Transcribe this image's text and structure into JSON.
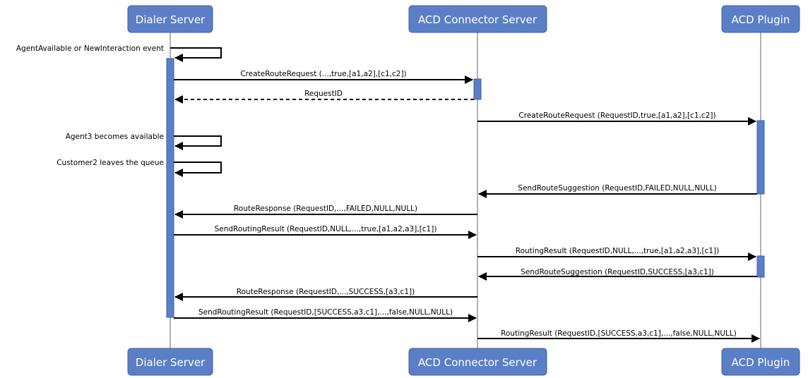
{
  "participants": [
    {
      "id": "dialer",
      "label": "Dialer Server"
    },
    {
      "id": "acd",
      "label": "ACD Connector Server"
    },
    {
      "id": "plugin",
      "label": "ACD Plugin"
    }
  ],
  "messages": [
    {
      "id": "m1",
      "from": "dialer",
      "to": "dialer",
      "label": "AgentAvailable or NewInteraction event",
      "kind": "self"
    },
    {
      "id": "m2",
      "from": "dialer",
      "to": "acd",
      "label": "CreateRouteRequest (...,true,[a1,a2],[c1,c2])",
      "kind": "sync"
    },
    {
      "id": "m3",
      "from": "acd",
      "to": "dialer",
      "label": "RequestID",
      "kind": "return"
    },
    {
      "id": "m4",
      "from": "acd",
      "to": "plugin",
      "label": "CreateRouteRequest (RequestID,true,[a1,a2],[c1,c2])",
      "kind": "sync"
    },
    {
      "id": "m5",
      "from": "dialer",
      "to": "dialer",
      "label": "Agent3 becomes available",
      "kind": "self"
    },
    {
      "id": "m6",
      "from": "dialer",
      "to": "dialer",
      "label": "Customer2 leaves the queue",
      "kind": "self"
    },
    {
      "id": "m7",
      "from": "plugin",
      "to": "acd",
      "label": "SendRouteSuggestion (RequestID,FAILED,NULL,NULL)",
      "kind": "sync"
    },
    {
      "id": "m8",
      "from": "acd",
      "to": "dialer",
      "label": "RouteResponse (RequestID,...,FAILED,NULL,NULL)",
      "kind": "sync"
    },
    {
      "id": "m9",
      "from": "dialer",
      "to": "acd",
      "label": "SendRoutingResult (RequestID,NULL,...,true,[a1,a2,a3],[c1])",
      "kind": "sync"
    },
    {
      "id": "m10",
      "from": "acd",
      "to": "plugin",
      "label": "RoutingResult (RequestID,NULL,...,true,[a1,a2,a3],[c1])",
      "kind": "sync"
    },
    {
      "id": "m11",
      "from": "plugin",
      "to": "acd",
      "label": "SendRouteSuggestion (RequestID,SUCCESS,[a3,c1])",
      "kind": "sync"
    },
    {
      "id": "m12",
      "from": "acd",
      "to": "dialer",
      "label": "RouteResponse (RequestID,...,SUCCESS,[a3,c1])",
      "kind": "sync"
    },
    {
      "id": "m13",
      "from": "dialer",
      "to": "acd",
      "label": "SendRoutingResult (RequestID,[SUCCESS,a3,c1],...,false,NULL,NULL)",
      "kind": "sync"
    },
    {
      "id": "m14",
      "from": "acd",
      "to": "plugin",
      "label": "RoutingResult (RequestID,[SUCCESS,a3,c1],...,false,NULL,NULL)",
      "kind": "sync"
    }
  ]
}
